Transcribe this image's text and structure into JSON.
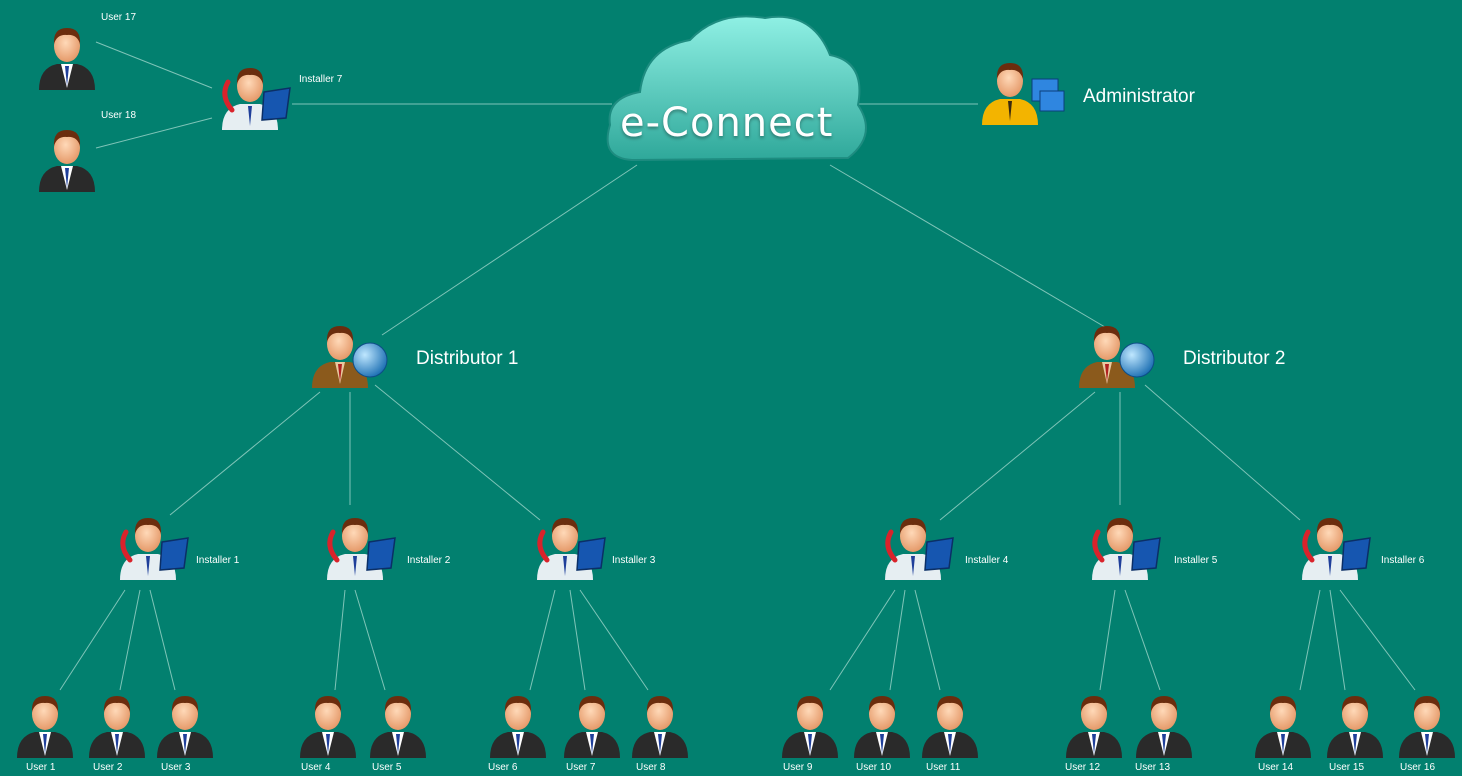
{
  "cloud": {
    "title": "e-Connect"
  },
  "administrator": {
    "label": "Administrator"
  },
  "distributors": [
    {
      "label": "Distributor 1"
    },
    {
      "label": "Distributor 2"
    }
  ],
  "installers": [
    {
      "label": "Installer 1"
    },
    {
      "label": "Installer 2"
    },
    {
      "label": "Installer 3"
    },
    {
      "label": "Installer 4"
    },
    {
      "label": "Installer 5"
    },
    {
      "label": "Installer 6"
    },
    {
      "label": "Installer 7"
    }
  ],
  "users": [
    {
      "label": "User 1"
    },
    {
      "label": "User 2"
    },
    {
      "label": "User 3"
    },
    {
      "label": "User 4"
    },
    {
      "label": "User 5"
    },
    {
      "label": "User 6"
    },
    {
      "label": "User 7"
    },
    {
      "label": "User 8"
    },
    {
      "label": "User 9"
    },
    {
      "label": "User 10"
    },
    {
      "label": "User 11"
    },
    {
      "label": "User 12"
    },
    {
      "label": "User 13"
    },
    {
      "label": "User 14"
    },
    {
      "label": "User 15"
    },
    {
      "label": "User 16"
    },
    {
      "label": "User 17"
    },
    {
      "label": "User 18"
    }
  ],
  "colors": {
    "background": "#02806f",
    "cloud": "#5fd4c8",
    "line": "#7fc4b8"
  }
}
